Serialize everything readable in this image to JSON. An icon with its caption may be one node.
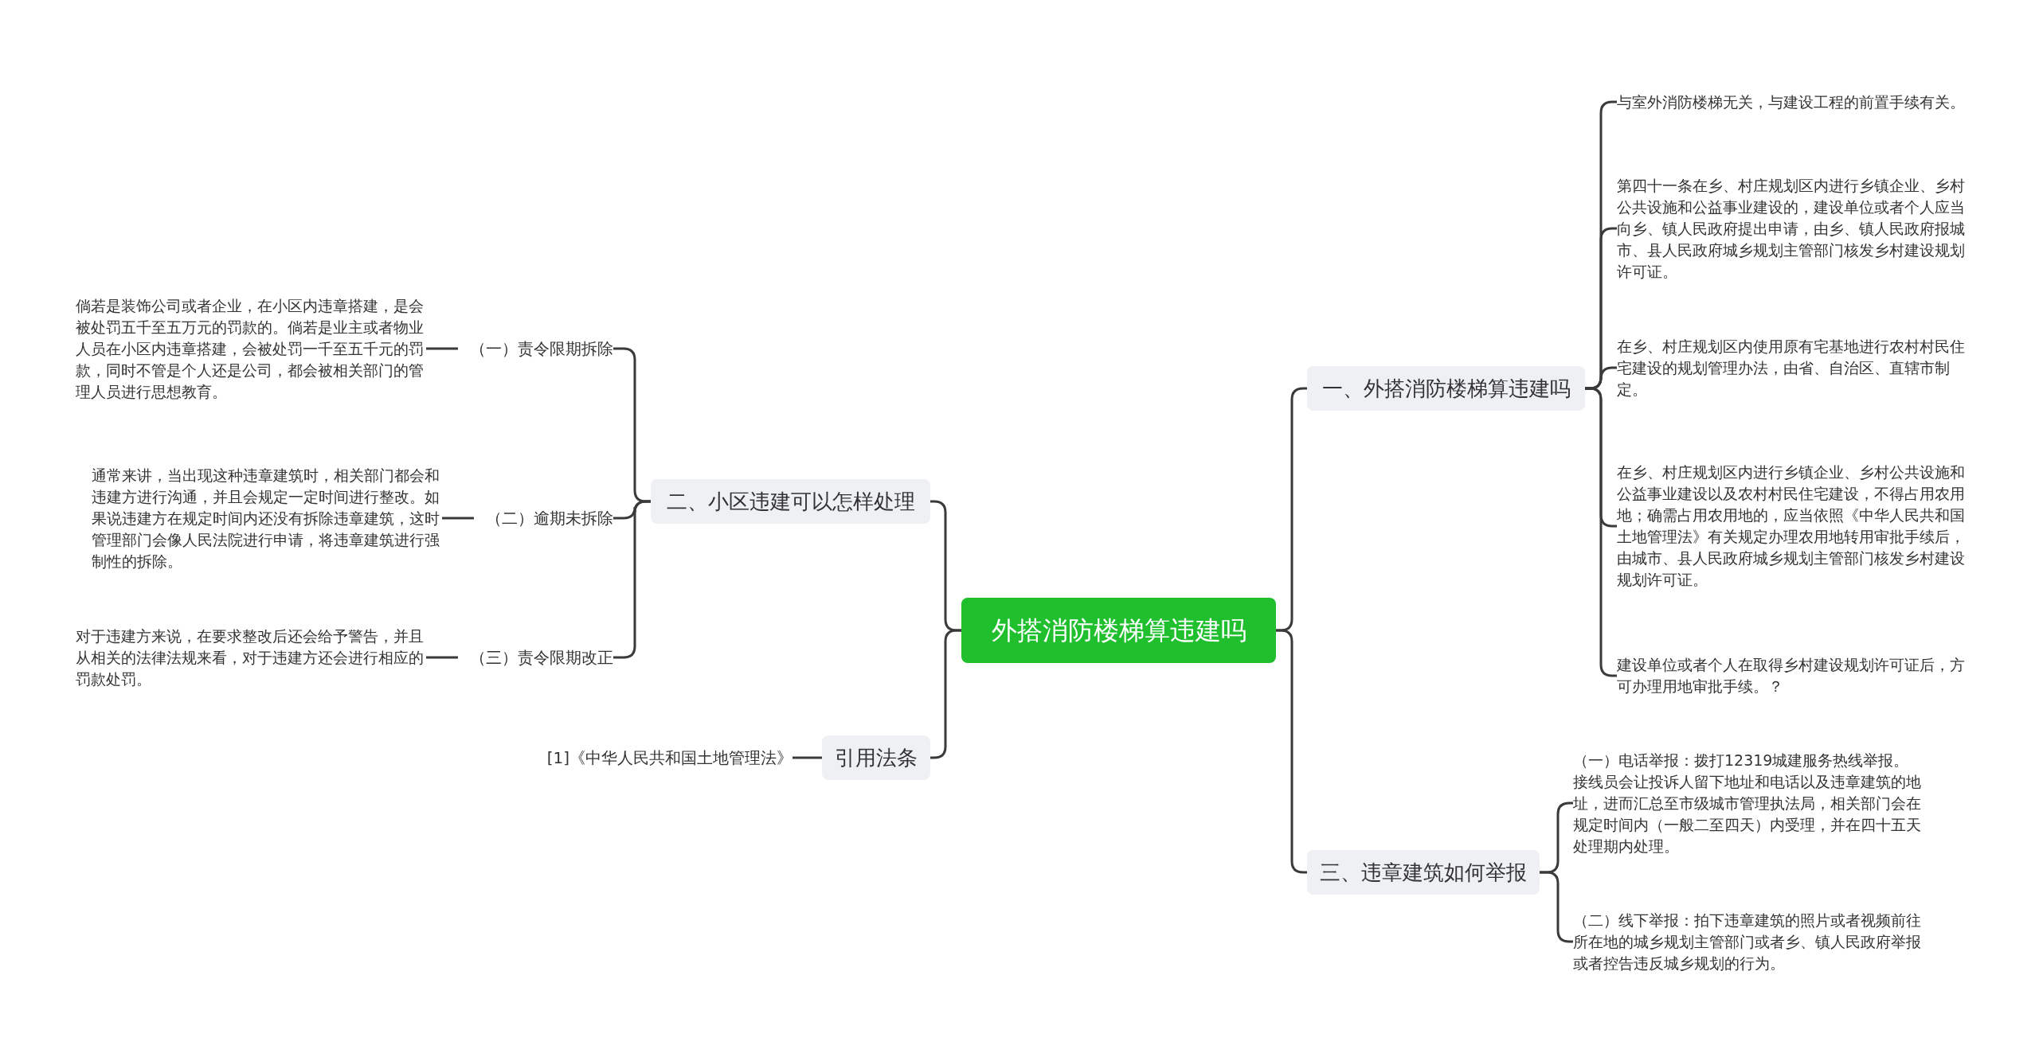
{
  "diagram": {
    "nodes": [
      {
        "text": [
          "外搭消防楼梯算违建吗"
        ]
      },
      {
        "text": [
          "二、小区违建可以怎样处理"
        ]
      },
      {
        "text": [
          "（一）责令限期拆除"
        ]
      },
      {
        "text": [
          "倘若是装饰公司或者企业，在小区内违章搭建，是会被处罚五千至五万元的罚款的。倘若是业主或者物业人员在小区内违章搭建，会被处罚一千至五千元的罚款，同时不管是个人还是公司，都会被相关部门的管理人员进行思想教育。"
        ]
      },
      {
        "text": [
          "（二）逾期未拆除"
        ]
      },
      {
        "text": [
          "通常来讲，当出现这种违章建筑时，相关部门都会和违建方进行沟通，并且会规定一定时间进行整改。如果说违建方在规定时间内还没有拆除违章建筑，这时管理部门会像人民法院进行申请，将违章建筑进行强制性的拆除。"
        ]
      },
      {
        "text": [
          "（三）责令限期改正"
        ]
      },
      {
        "text": [
          "对于违建方来说，在要求整改后还会给予警告，并且从相关的法律法规来看，对于违建方还会进行相应的罚款处罚。"
        ]
      },
      {
        "text": [
          "引用法条"
        ]
      },
      {
        "text": [
          "[1]《中华人民共和国土地管理法》"
        ]
      },
      {
        "text": [
          "一、外搭消防楼梯算违建吗"
        ]
      },
      {
        "text": [
          "与室外消防楼梯无关，与建设工程的前置手续有关。"
        ]
      },
      {
        "text": [
          "第四十一条在乡、村庄规划区内进行乡镇企业、乡村公共设施和公益事业建设的，建设单位或者个人应当向乡、镇人民政府提出申请，由乡、镇人民政府报城市、县人民政府城乡规划主管部门核发乡村建设规划许可证。"
        ]
      },
      {
        "text": [
          "在乡、村庄规划区内使用原有宅基地进行农村村民住宅建设的规划管理办法，由省、自治区、直辖市制定。"
        ]
      },
      {
        "text": [
          "在乡、村庄规划区内进行乡镇企业、乡村公共设施和公益事业建设以及农村村民住宅建设，不得占用农用地；确需占用农用地的，应当依照《中华人民共和国土地管理法》有关规定办理农用地转用审批手续后，由城市、县人民政府城乡规划主管部门核发乡村建设规划许可证。"
        ]
      },
      {
        "text": [
          "建设单位或者个人在取得乡村建设规划许可证后，方可办理用地审批手续。？"
        ]
      },
      {
        "text": [
          "三、违章建筑如何举报"
        ]
      },
      {
        "text": [
          "（一）电话举报：拨打12319城建服务热线举报。接线员会让投诉人留下地址和电话以及违章建筑的地址，进而汇总至市级城市管理执法局，相关部门会在规定时间内（一般二至四天）内受理，并在四十五天处理期内处理。"
        ]
      },
      {
        "text": [
          "（二）线下举报：拍下违章建筑的照片或者视频前往所在地的城乡规划主管部门或者乡、镇人民政府举报或者控告违反城乡规划的行为。"
        ]
      }
    ],
    "edges": [
      {
        "from": 0,
        "to": 10,
        "arrow": "none"
      },
      {
        "from": 0,
        "to": 16,
        "arrow": "none"
      },
      {
        "from": 0,
        "to": 1,
        "arrow": "none"
      },
      {
        "from": 0,
        "to": 8,
        "arrow": "none"
      },
      {
        "from": 10,
        "to": 11,
        "arrow": "none"
      },
      {
        "from": 10,
        "to": 12,
        "arrow": "none"
      },
      {
        "from": 10,
        "to": 13,
        "arrow": "none"
      },
      {
        "from": 10,
        "to": 14,
        "arrow": "none"
      },
      {
        "from": 10,
        "to": 15,
        "arrow": "none"
      },
      {
        "from": 16,
        "to": 17,
        "arrow": "none"
      },
      {
        "from": 16,
        "to": 18,
        "arrow": "none"
      },
      {
        "from": 1,
        "to": 2,
        "arrow": "none"
      },
      {
        "from": 1,
        "to": 4,
        "arrow": "none"
      },
      {
        "from": 1,
        "to": 6,
        "arrow": "none"
      },
      {
        "from": 2,
        "to": 3,
        "arrow": "none"
      },
      {
        "from": 4,
        "to": 5,
        "arrow": "none"
      },
      {
        "from": 6,
        "to": 7,
        "arrow": "none"
      },
      {
        "from": 8,
        "to": 9,
        "arrow": "none"
      }
    ]
  }
}
